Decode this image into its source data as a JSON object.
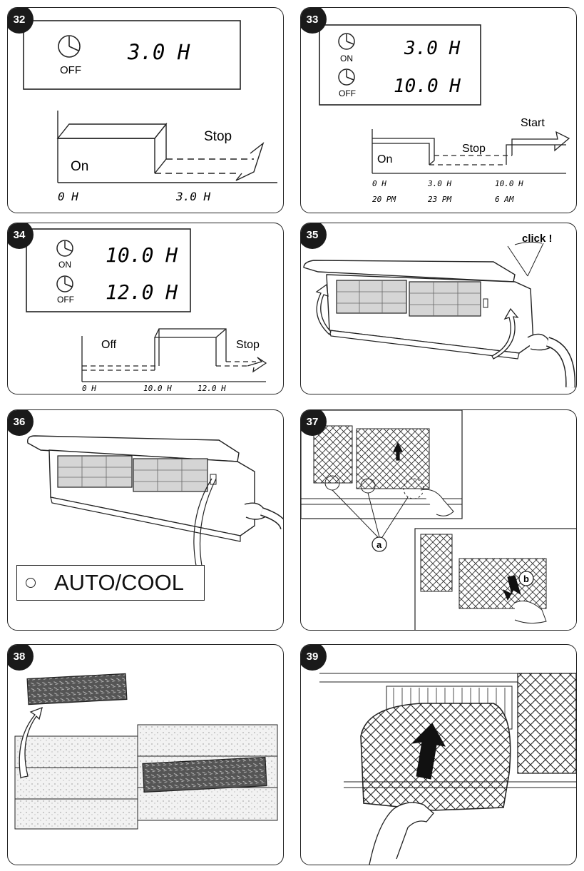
{
  "panels": [
    {
      "number": "32",
      "off_icon": "OFF",
      "time": "3.0 H",
      "on_label": "On",
      "stop_label": "Stop",
      "axis": [
        "0 H",
        "3.0 H"
      ]
    },
    {
      "number": "33",
      "on_icon": "ON",
      "off_icon": "OFF",
      "time_on": "3.0 H",
      "time_off": "10.0 H",
      "on_label": "On",
      "stop_label": "Stop",
      "start_label": "Start",
      "axis_hours": [
        "0 H",
        "3.0 H",
        "10.0 H"
      ],
      "axis_clock": [
        "20 PM",
        "23 PM",
        "6 AM"
      ]
    },
    {
      "number": "34",
      "on_icon": "ON",
      "off_icon": "OFF",
      "time_on": "10.0 H",
      "time_off": "12.0 H",
      "off_label": "Off",
      "stop_label": "Stop",
      "axis": [
        "0 H",
        "10.0 H",
        "12.0 H"
      ]
    },
    {
      "number": "35",
      "click_label": "click !"
    },
    {
      "number": "36",
      "mode_label": "AUTO/COOL"
    },
    {
      "number": "37",
      "callout_a": "a",
      "callout_b": "b"
    },
    {
      "number": "38"
    },
    {
      "number": "39"
    }
  ]
}
